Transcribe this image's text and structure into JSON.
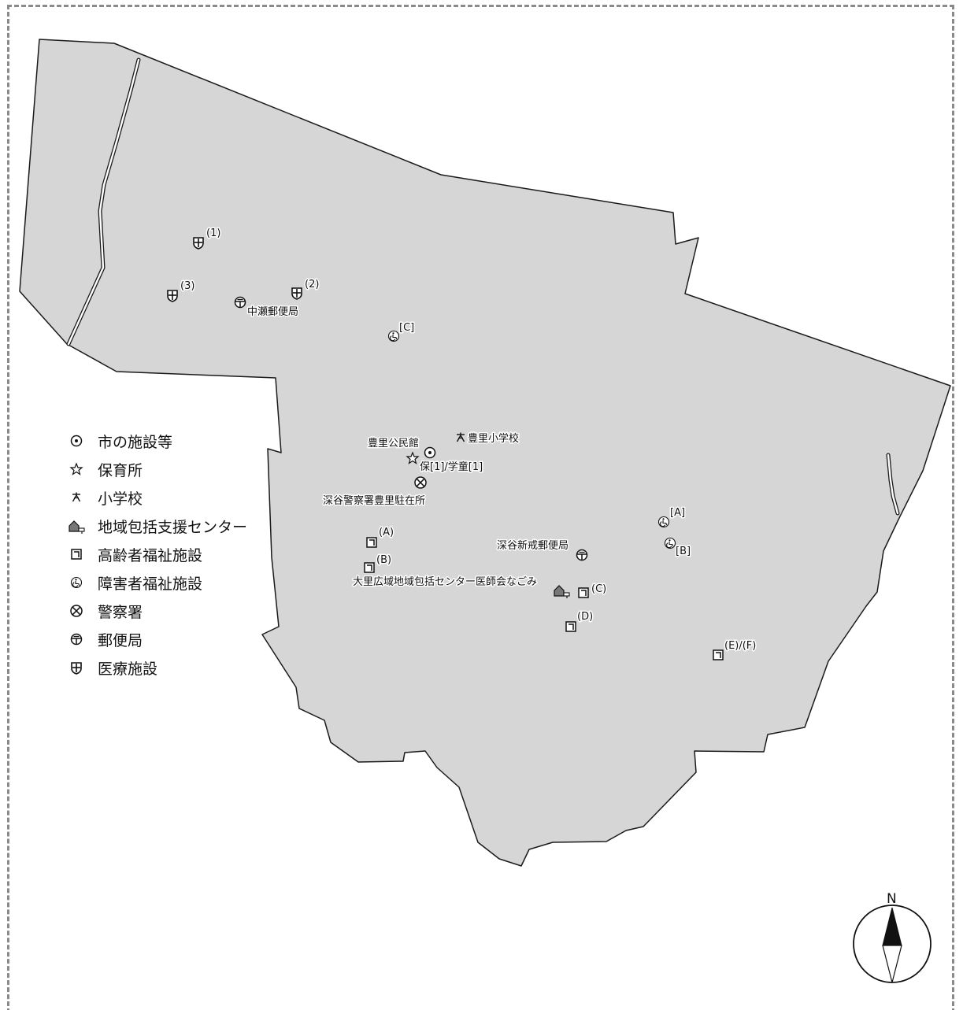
{
  "legend": [
    {
      "icon": "city-facility-icon",
      "label": "市の施設等"
    },
    {
      "icon": "nursery-icon",
      "label": "保育所"
    },
    {
      "icon": "elementary-school-icon",
      "label": "小学校"
    },
    {
      "icon": "community-support-center-icon",
      "label": "地域包括支援センター"
    },
    {
      "icon": "elderly-welfare-icon",
      "label": "高齢者福祉施設"
    },
    {
      "icon": "disability-welfare-icon",
      "label": "障害者福祉施設"
    },
    {
      "icon": "police-icon",
      "label": "警察署"
    },
    {
      "icon": "post-office-icon",
      "label": "郵便局"
    },
    {
      "icon": "medical-icon",
      "label": "医療施設"
    }
  ],
  "labels": {
    "medical_1": "(1)",
    "medical_2": "(2)",
    "medical_3": "(3)",
    "post_nakase": "中瀬郵便局",
    "disability_C": "[C]",
    "community_hall": "豊里公民館",
    "school": "豊里小学校",
    "nursery": "保[1]/学童[1]",
    "police": "深谷警察署豊里駐在所",
    "disability_A": "[A]",
    "disability_B": "[B]",
    "post_fukaya": "深谷新戒郵便局",
    "elderly_A": "(A)",
    "elderly_B": "(B)",
    "center": "大里広域地域包括センター医師会なごみ",
    "elderly_C": "(C)",
    "elderly_D": "(D)",
    "elderly_EF": "(E)/(F)"
  },
  "compass": {
    "north_label": "N"
  },
  "colors": {
    "land": "#d6d6d6",
    "outline": "#1a1a1a",
    "frame": "#8a8a8a",
    "center_fill": "#777777"
  }
}
